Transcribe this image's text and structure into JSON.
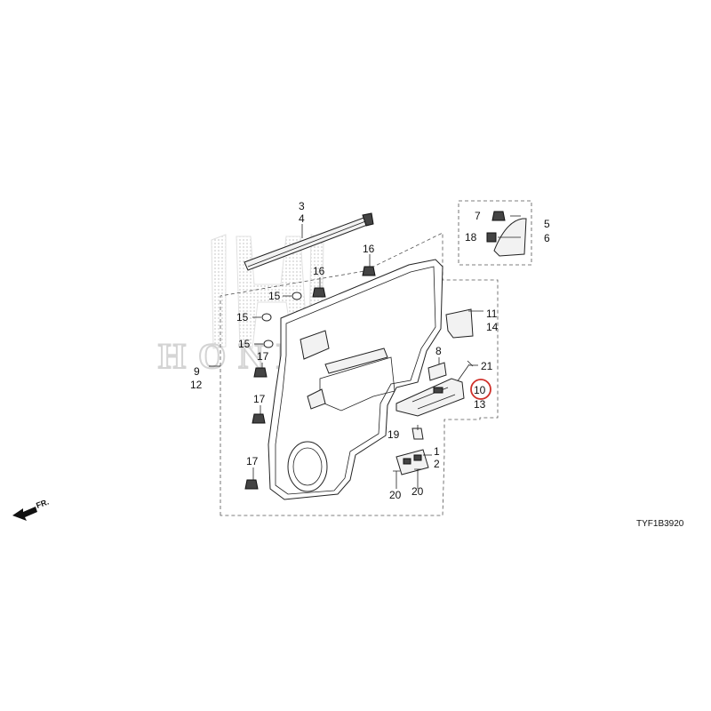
{
  "watermark": {
    "brand": "HONDA",
    "color": "#d4d4d4"
  },
  "diagram_code": "TYF1B3920",
  "front_indicator": "FR.",
  "highlight_color": "#d0302a",
  "callouts": [
    {
      "id": "c3",
      "text": "3"
    },
    {
      "id": "c4",
      "text": "4"
    },
    {
      "id": "c5",
      "text": "5"
    },
    {
      "id": "c6",
      "text": "6"
    },
    {
      "id": "c7",
      "text": "7"
    },
    {
      "id": "c18",
      "text": "18"
    },
    {
      "id": "c16a",
      "text": "16"
    },
    {
      "id": "c16b",
      "text": "16"
    },
    {
      "id": "c15a",
      "text": "15"
    },
    {
      "id": "c15b",
      "text": "15"
    },
    {
      "id": "c15c",
      "text": "15"
    },
    {
      "id": "c17a",
      "text": "17"
    },
    {
      "id": "c17b",
      "text": "17"
    },
    {
      "id": "c17c",
      "text": "17"
    },
    {
      "id": "c9",
      "text": "9"
    },
    {
      "id": "c12",
      "text": "12"
    },
    {
      "id": "c11",
      "text": "11"
    },
    {
      "id": "c14",
      "text": "14"
    },
    {
      "id": "c8",
      "text": "8"
    },
    {
      "id": "c21",
      "text": "21"
    },
    {
      "id": "c10",
      "text": "10"
    },
    {
      "id": "c13",
      "text": "13"
    },
    {
      "id": "c19",
      "text": "19"
    },
    {
      "id": "c1",
      "text": "1"
    },
    {
      "id": "c2",
      "text": "2"
    },
    {
      "id": "c20a",
      "text": "20"
    },
    {
      "id": "c20b",
      "text": "20"
    }
  ]
}
